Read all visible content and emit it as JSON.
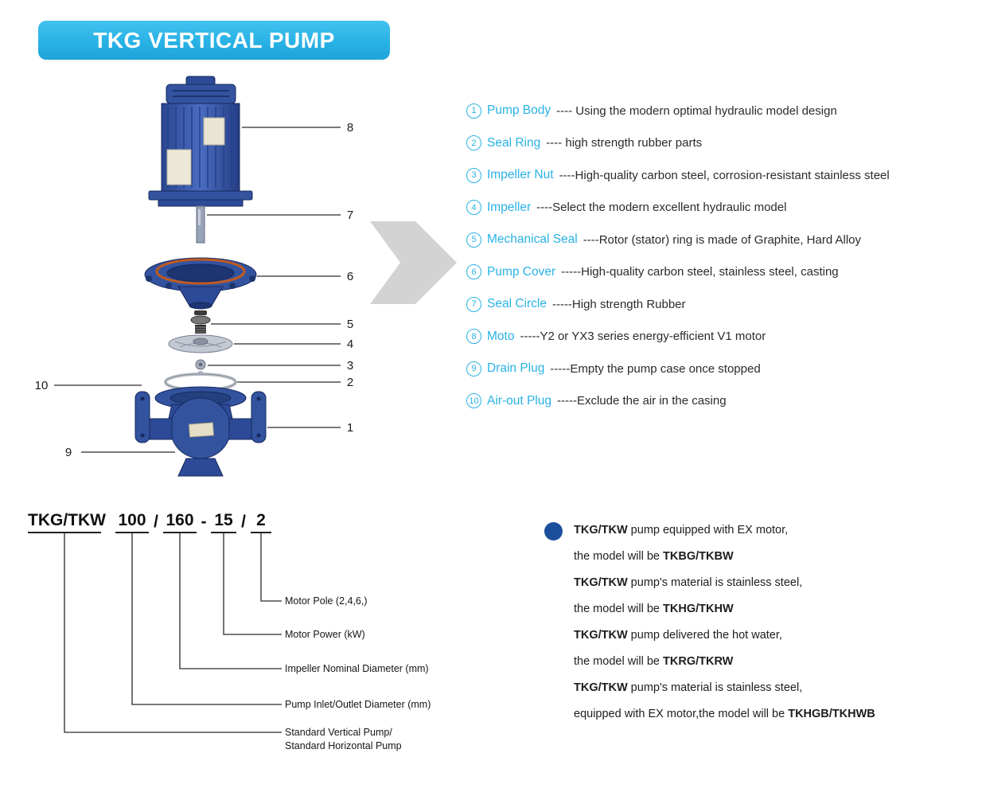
{
  "title": "TKG VERTICAL PUMP",
  "colors": {
    "accent": "#29b2e5",
    "ink": "#2b2b2b",
    "pump-blue": "#33539f",
    "bullet-blue": "#1b4f9c"
  },
  "diagram": {
    "callouts": [
      {
        "num": "8"
      },
      {
        "num": "7"
      },
      {
        "num": "6"
      },
      {
        "num": "5"
      },
      {
        "num": "4"
      },
      {
        "num": "3"
      },
      {
        "num": "2"
      },
      {
        "num": "1"
      },
      {
        "num": "10"
      },
      {
        "num": "9"
      }
    ]
  },
  "parts_list": [
    {
      "num": "1",
      "name": "Pump Body",
      "desc": "---- Using the modern optimal hydraulic model design"
    },
    {
      "num": "2",
      "name": "Seal Ring",
      "desc": "---- high strength rubber parts"
    },
    {
      "num": "3",
      "name": "Impeller Nut",
      "desc": "----High-quality carbon steel, corrosion-resistant stainless steel"
    },
    {
      "num": "4",
      "name": "Impeller",
      "desc": "----Select the modern excellent hydraulic model"
    },
    {
      "num": "5",
      "name": "Mechanical Seal",
      "desc": "----Rotor (stator) ring is made of Graphite, Hard Alloy"
    },
    {
      "num": "6",
      "name": "Pump Cover",
      "desc": "-----High-quality carbon steel, stainless steel, casting"
    },
    {
      "num": "7",
      "name": "Seal Circle",
      "desc": "-----High strength Rubber"
    },
    {
      "num": "8",
      "name": "Moto",
      "desc": "-----Y2 or YX3 series energy-efficient V1 motor"
    },
    {
      "num": "9",
      "name": "Drain Plug",
      "desc": "-----Empty the pump case once stopped"
    },
    {
      "num": "10",
      "name": "Air-out Plug",
      "desc": "-----Exclude the air in the casing"
    }
  ],
  "model_code": {
    "parts": [
      "TKG/TKW",
      "100",
      "160",
      "15",
      "2"
    ],
    "seps": [
      "/",
      "-",
      "/"
    ],
    "labels": [
      "Motor Pole (2,4,6,)",
      "Motor Power (kW)",
      "Impeller Nominal Diameter (mm)",
      "Pump Inlet/Outlet Diameter (mm)",
      "Standard Vertical Pump/",
      "Standard Horizontal Pump"
    ]
  },
  "notes": {
    "lines": [
      {
        "b1": "TKG/TKW",
        "t": " pump equipped with EX motor,",
        "b2": ""
      },
      {
        "b1": "",
        "t": "the model will be ",
        "b2": "TKBG/TKBW"
      },
      {
        "b1": "TKG/TKW",
        "t": " pump's material is stainless steel,",
        "b2": ""
      },
      {
        "b1": "",
        "t": "the model will be ",
        "b2": "TKHG/TKHW"
      },
      {
        "b1": "TKG/TKW",
        "t": " pump delivered the hot water,",
        "b2": ""
      },
      {
        "b1": "",
        "t": "the model will be ",
        "b2": "TKRG/TKRW"
      },
      {
        "b1": "TKG/TKW",
        "t": " pump's material is stainless steel,",
        "b2": ""
      },
      {
        "b1": "",
        "t": "equipped with EX motor,the model will be ",
        "b2": "TKHGB/TKHWB"
      }
    ]
  }
}
